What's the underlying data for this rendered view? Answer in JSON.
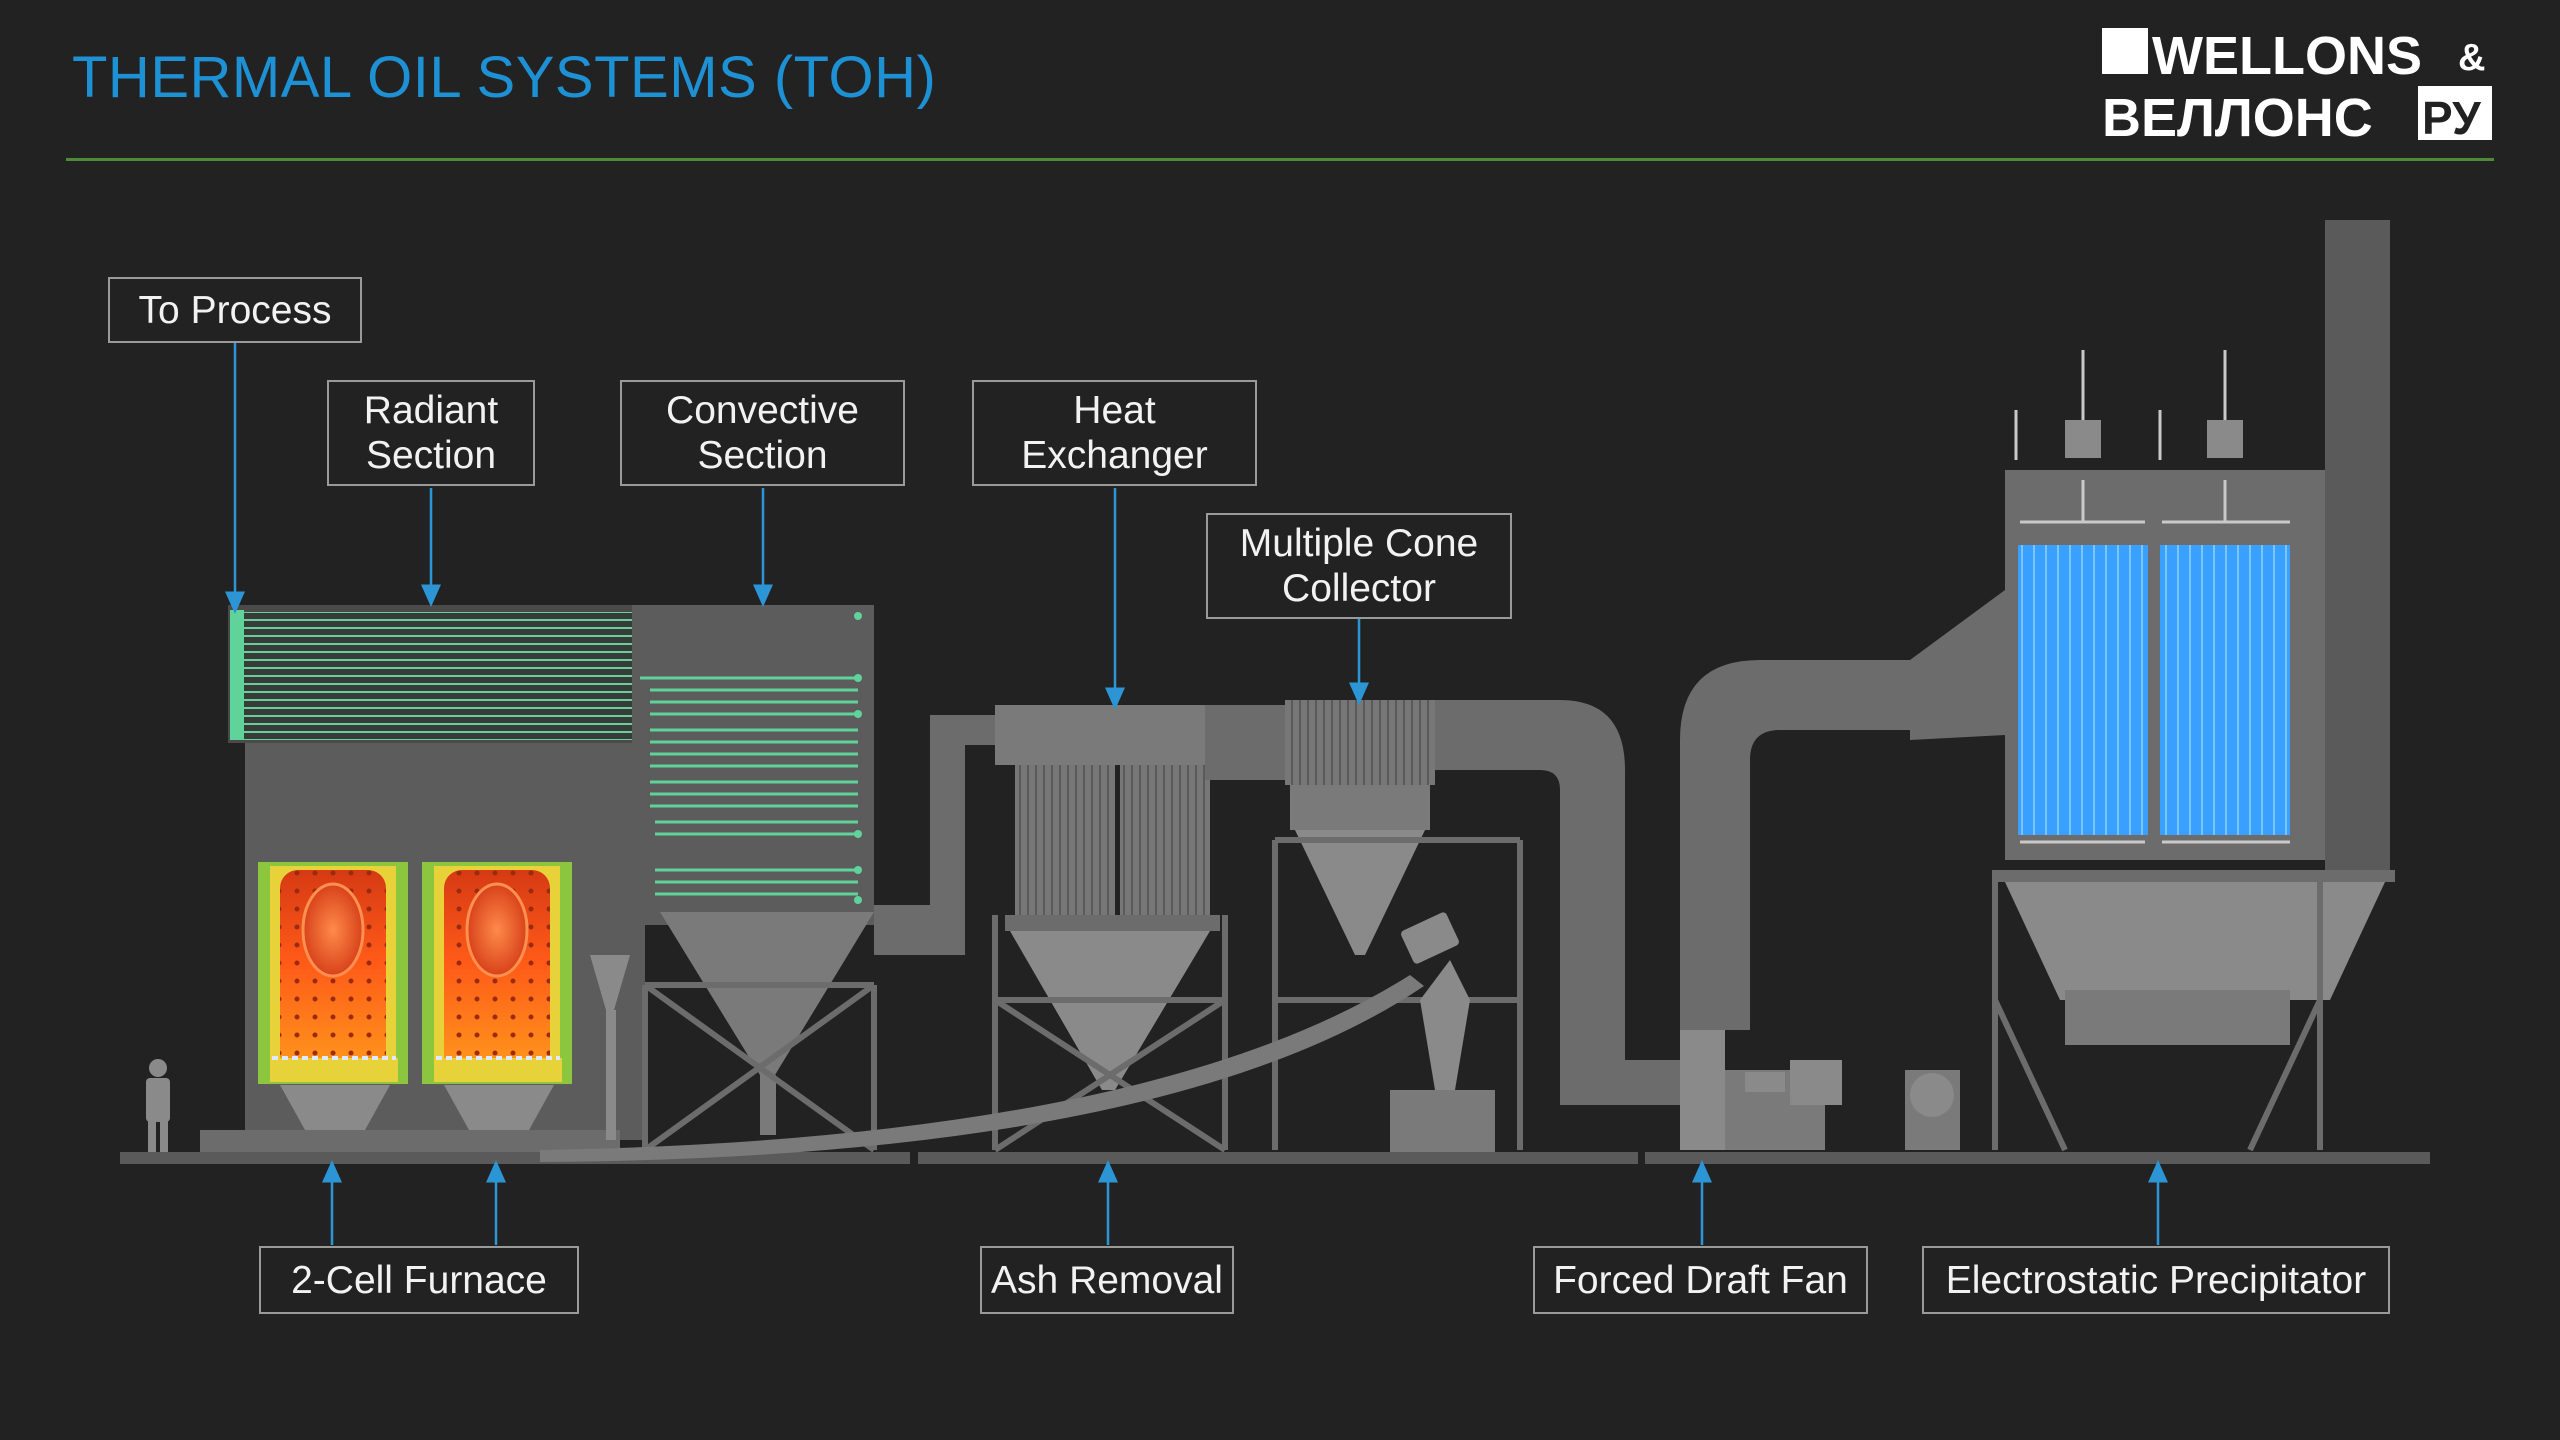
{
  "title": "THERMAL OIL SYSTEMS (TOH)",
  "logo": {
    "line1": "WELLONS",
    "ampersand": "&",
    "line2": "ВЕЛЛОНС",
    "line2_suffix": "РУ"
  },
  "labels": {
    "to_process": "To Process",
    "radiant_section": "Radiant\nSection",
    "convective_section": "Convective\nSection",
    "heat_exchanger": "Heat\nExchanger",
    "multiple_cone_collector": "Multiple Cone\nCollector",
    "furnace": "2-Cell Furnace",
    "ash_removal": "Ash Removal",
    "forced_draft_fan": "Forced Draft Fan",
    "esp": "Electrostatic Precipitator"
  },
  "colors": {
    "background": "#222222",
    "title": "#1e90d4",
    "rule": "#4f8a36",
    "equipment": "#6c6c6c",
    "tubes": "#5fd39a",
    "fire_hot": "#ff6a1a",
    "fire_core": "#d8421a",
    "refractory": "#8cc63e",
    "grate": "#e8d23a",
    "esp_plates": "#3aa0ff",
    "arrow": "#2c95d6"
  }
}
